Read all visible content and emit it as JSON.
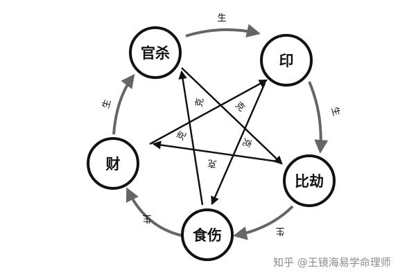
{
  "diagram": {
    "nodes": {
      "guansha": "官杀",
      "yin": "印",
      "bijie": "比劫",
      "shishang": "食伤",
      "cai": "财"
    },
    "generate_label": "生",
    "control_label": "克",
    "colors": {
      "outer_arrow": "#666666",
      "inner_arrow": "#111111",
      "node_border": "#111111",
      "text": "#111111"
    }
  },
  "watermark": "知乎 @王镜海易学命理师"
}
